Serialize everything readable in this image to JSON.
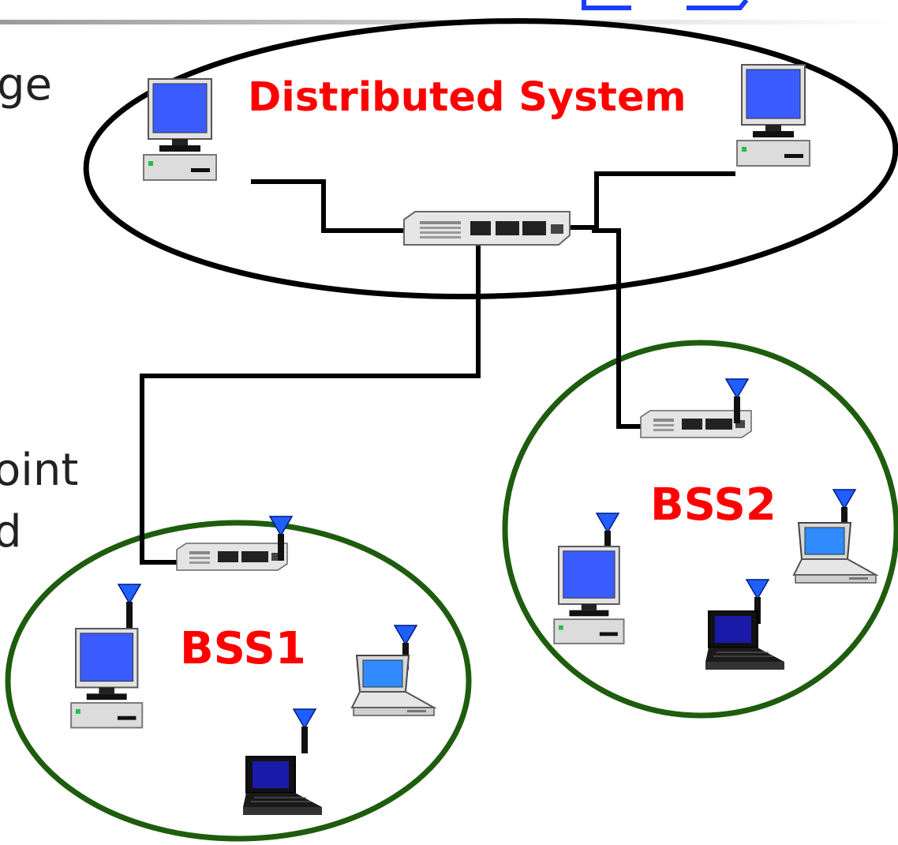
{
  "slide": {
    "top_fragment": "(",
    "text_fragments": [
      "ge",
      "oint",
      "d"
    ]
  },
  "diagram": {
    "ds_label": "Distributed System",
    "bss1_label": "BSS1",
    "bss2_label": "BSS2"
  },
  "colors": {
    "label_red": "#ff0000",
    "bss_ring": "#1e5c0e",
    "ds_ring": "#000000",
    "screen_blue": "#3366ff",
    "antenna_blue": "#1f5fff",
    "link_blue": "#1a3cff"
  },
  "icons": [
    "desktop-computer-icon",
    "laptop-icon",
    "network-switch-icon",
    "access-point-icon",
    "antenna-icon"
  ]
}
